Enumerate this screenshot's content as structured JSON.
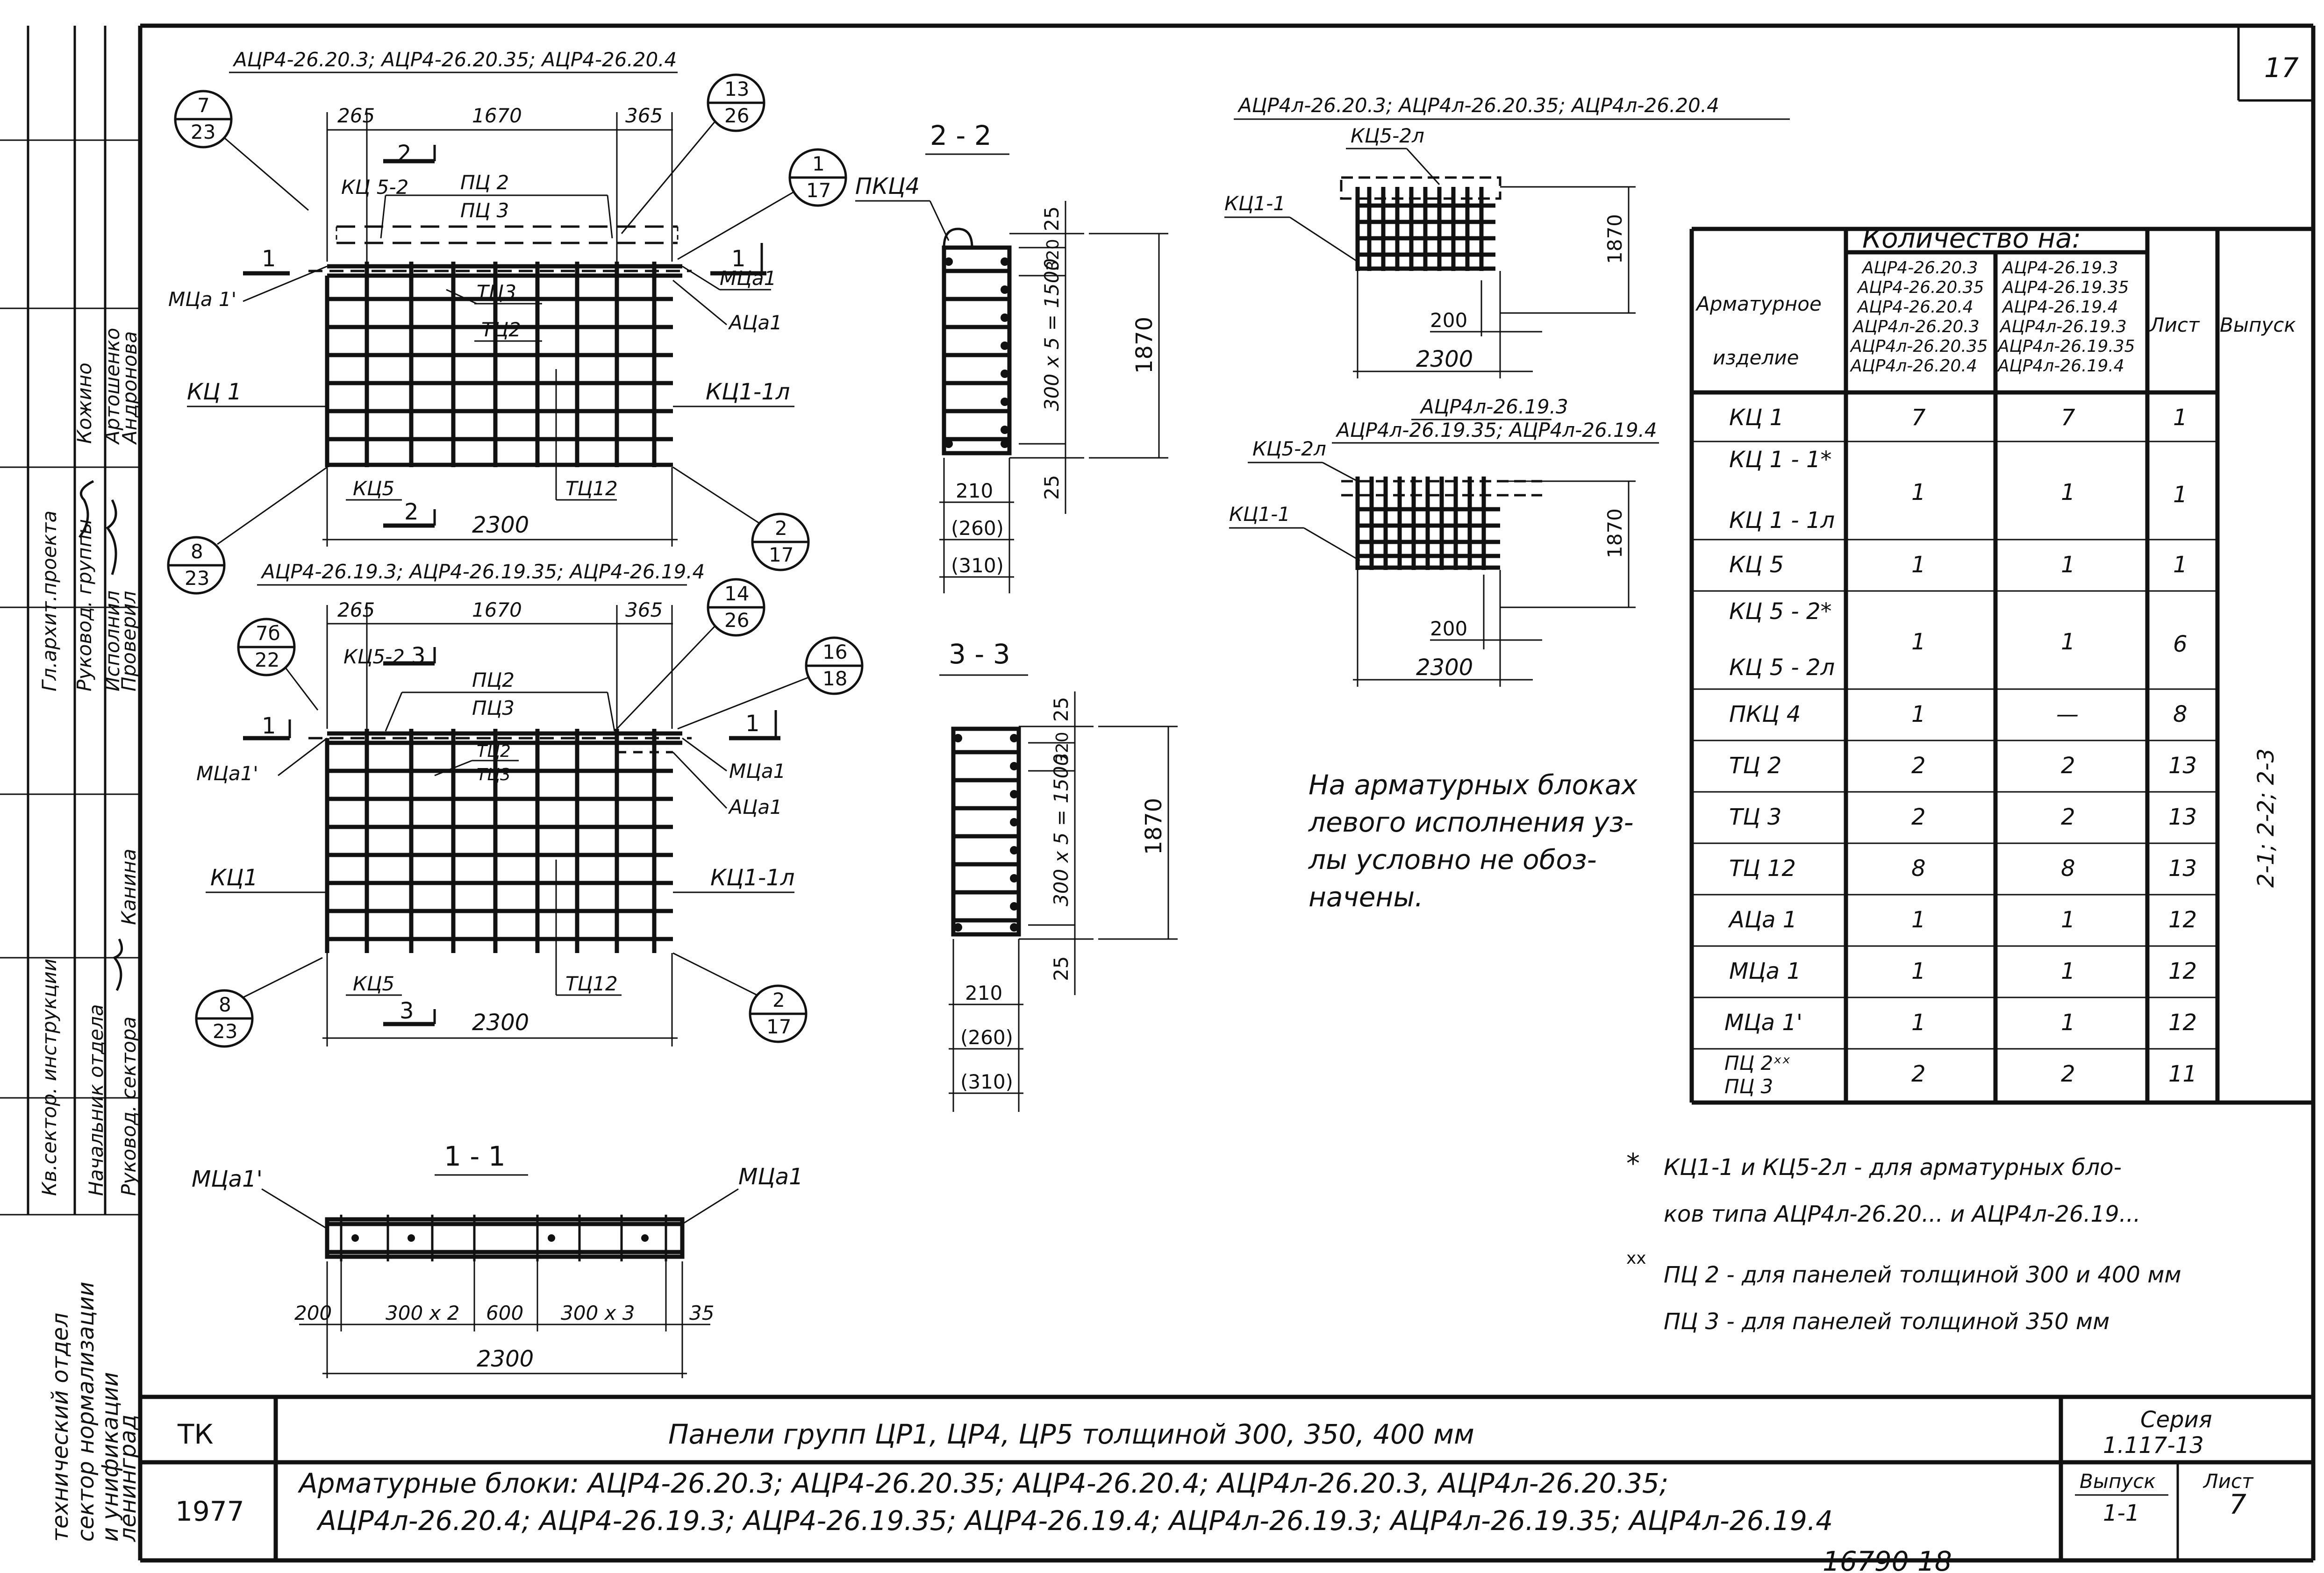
{
  "sheet_number": "17",
  "left_stamp": {
    "roles": [
      "Гл.архит.проекта",
      "Руковод. группы",
      "Исполнил",
      "Проверил",
      "Кв.сектор. инструкции",
      "Начальник отдела",
      "Руковод. сектора"
    ],
    "names": [
      "Кожино",
      "Артошенко",
      "Андронова",
      "Канина"
    ],
    "org": [
      "технический отдел",
      "сектор нормализации",
      "и унификации",
      "ленинград"
    ]
  },
  "views": {
    "top": {
      "title": "АЦР4-26.20.3; АЦР4-26.20.35; АЦР4-26.20.4",
      "dims": [
        "265",
        "1670",
        "365",
        "2300"
      ],
      "labels": [
        "КЦ 5-2",
        "ПЦ 2",
        "ПЦ 3",
        "МЦа 1'",
        "МЦа1",
        "АЦа1",
        "ТЦ3",
        "ТЦ2",
        "КЦ 1",
        "КЦ1-1л",
        "КЦ5",
        "ТЦ12"
      ],
      "sections": [
        "1",
        "1",
        "2",
        "2"
      ],
      "callouts": [
        {
          "top": "7",
          "bottom": "23"
        },
        {
          "top": "13",
          "bottom": "26"
        },
        {
          "top": "1",
          "bottom": "17"
        },
        {
          "top": "8",
          "bottom": "23"
        },
        {
          "top": "2",
          "bottom": "17"
        }
      ]
    },
    "bottom": {
      "title": "АЦР4-26.19.3; АЦР4-26.19.35; АЦР4-26.19.4",
      "dims": [
        "265",
        "1670",
        "365",
        "2300"
      ],
      "labels": [
        "КЦ5-2",
        "ПЦ2",
        "ПЦ3",
        "МЦа1'",
        "МЦа1",
        "АЦа1",
        "ТЦ2",
        "ТЦ3",
        "КЦ1",
        "КЦ1-1л",
        "КЦ5",
        "ТЦ12"
      ],
      "sections": [
        "1",
        "1",
        "3",
        "3"
      ],
      "callouts": [
        {
          "top": "7б",
          "bottom": "22"
        },
        {
          "top": "14",
          "bottom": "26"
        },
        {
          "top": "16",
          "bottom": "18"
        },
        {
          "top": "8",
          "bottom": "23"
        },
        {
          "top": "2",
          "bottom": "17"
        }
      ]
    },
    "section22": {
      "title": "2 - 2",
      "label": "ПКЦ4",
      "dims": [
        "25",
        "320",
        "300 x 5 = 1500",
        "25",
        "1870",
        "210",
        "(260)",
        "(310)"
      ]
    },
    "section33": {
      "title": "3 - 3",
      "dims": [
        "25",
        "320",
        "300 x 5 = 1500",
        "25",
        "1870",
        "210",
        "(260)",
        "(310)"
      ]
    },
    "section11": {
      "title": "1 - 1",
      "labels": [
        "МЦа1'",
        "МЦа1"
      ],
      "dims": [
        "200",
        "300 x 2",
        "600",
        "300 x 3",
        "35",
        "2300"
      ]
    },
    "left_top": {
      "title": "АЦР4л-26.20.3; АЦР4л-26.20.35; АЦР4л-26.20.4",
      "labels": [
        "КЦ5-2л",
        "КЦ1-1"
      ],
      "dims": [
        "1870",
        "200",
        "2300"
      ]
    },
    "left_bottom": {
      "title": "АЦР4л-26.19.3",
      "title2": "АЦР4л-26.19.35; АЦР4л-26.19.4",
      "labels": [
        "КЦ5-2л",
        "КЦ1-1"
      ],
      "dims": [
        "1870",
        "200",
        "2300"
      ]
    }
  },
  "note_main": [
    "На арматурных блоках",
    "левого исполнения уз-",
    "лы условно не обоз-",
    "начены."
  ],
  "table": {
    "header": {
      "col1": [
        "Арматурное",
        "изделие"
      ],
      "quantity": "Количество на:",
      "sub1": [
        "АЦР4-26.20.3",
        "АЦР4-26.20.35",
        "АЦР4-26.20.4",
        "АЦР4л-26.20.3",
        "АЦР4л-26.20.35",
        "АЦР4л-26.20.4"
      ],
      "sub2": [
        "АЦР4-26.19.3",
        "АЦР4-26.19.35",
        "АЦР4-26.19.4",
        "АЦР4л-26.19.3",
        "АЦР4л-26.19.35",
        "АЦР4л-26.19.4"
      ],
      "list": "Лист",
      "issue": "Выпуск"
    },
    "rows": [
      {
        "item": [
          "КЦ 1"
        ],
        "q1": "7",
        "q2": "7",
        "sheet": "1"
      },
      {
        "item": [
          "КЦ 1 - 1*",
          "КЦ 1 - 1л"
        ],
        "q1": "1",
        "q2": "1",
        "sheet": "1"
      },
      {
        "item": [
          "КЦ 5"
        ],
        "q1": "1",
        "q2": "1",
        "sheet": "1"
      },
      {
        "item": [
          "КЦ 5 - 2*",
          "КЦ 5 - 2л"
        ],
        "q1": "1",
        "q2": "1",
        "sheet": "6"
      },
      {
        "item": [
          "ПКЦ 4"
        ],
        "q1": "1",
        "q2": "—",
        "sheet": "8"
      },
      {
        "item": [
          "ТЦ 2"
        ],
        "q1": "2",
        "q2": "2",
        "sheet": "13"
      },
      {
        "item": [
          "ТЦ 3"
        ],
        "q1": "2",
        "q2": "2",
        "sheet": "13"
      },
      {
        "item": [
          "ТЦ 12"
        ],
        "q1": "8",
        "q2": "8",
        "sheet": "13"
      },
      {
        "item": [
          "АЦа 1"
        ],
        "q1": "1",
        "q2": "1",
        "sheet": "12"
      },
      {
        "item": [
          "МЦа 1"
        ],
        "q1": "1",
        "q2": "1",
        "sheet": "12"
      },
      {
        "item": [
          "МЦа 1'"
        ],
        "q1": "1",
        "q2": "1",
        "sheet": "12"
      },
      {
        "item": [
          "ПЦ 2ˣˣ",
          "ПЦ 3"
        ],
        "q1": "2",
        "q2": "2",
        "sheet": "11"
      }
    ],
    "issue_value": "2-1; 2-2; 2-3"
  },
  "footnotes": {
    "star": [
      "*",
      "КЦ1-1 и КЦ5-2л - для арматурных бло-",
      "ков типа АЦР4л-26.20... и АЦР4л-26.19..."
    ],
    "xx": [
      "xx",
      "ПЦ 2 - для панелей толщиной 300 и 400 мм",
      "ПЦ 3 - для панелей толщиной 350 мм"
    ]
  },
  "title_block": {
    "code": "ТК",
    "year": "1977",
    "title": "Панели групп ЦР1, ЦР4, ЦР5 толщиной 300, 350, 400 мм",
    "blocks_line1": "Арматурные блоки: АЦР4-26.20.3; АЦР4-26.20.35; АЦР4-26.20.4; АЦР4л-26.20.3, АЦР4л-26.20.35;",
    "blocks_line2": "АЦР4л-26.20.4; АЦР4-26.19.3; АЦР4-26.19.35; АЦР4-26.19.4; АЦР4л-26.19.3; АЦР4л-26.19.35; АЦР4л-26.19.4",
    "series_label": "Серия",
    "series_value": "1.117-13",
    "issue_label": "Выпуск",
    "issue_value": "1-1",
    "sheet_label": "Лист",
    "sheet_value": "7"
  },
  "archive_number": "16790 18"
}
